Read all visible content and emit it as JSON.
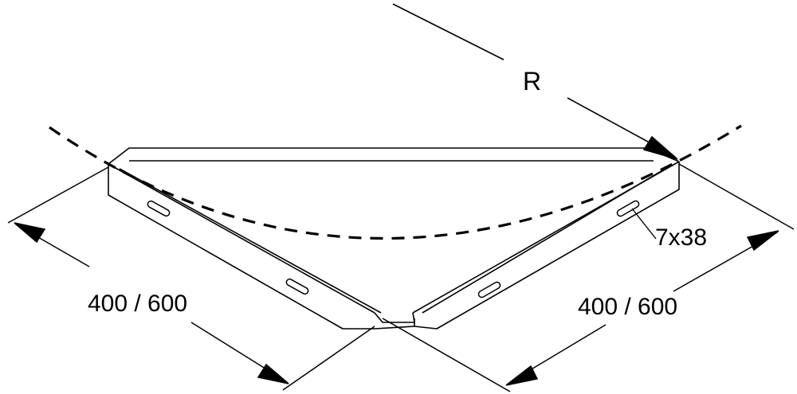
{
  "diagram": {
    "labels": {
      "radius": "R",
      "slot_size": "7x38",
      "left_length": "400 / 600",
      "right_length": "400 / 600"
    }
  },
  "colors": {
    "stroke": "#000000",
    "background": "#ffffff"
  }
}
